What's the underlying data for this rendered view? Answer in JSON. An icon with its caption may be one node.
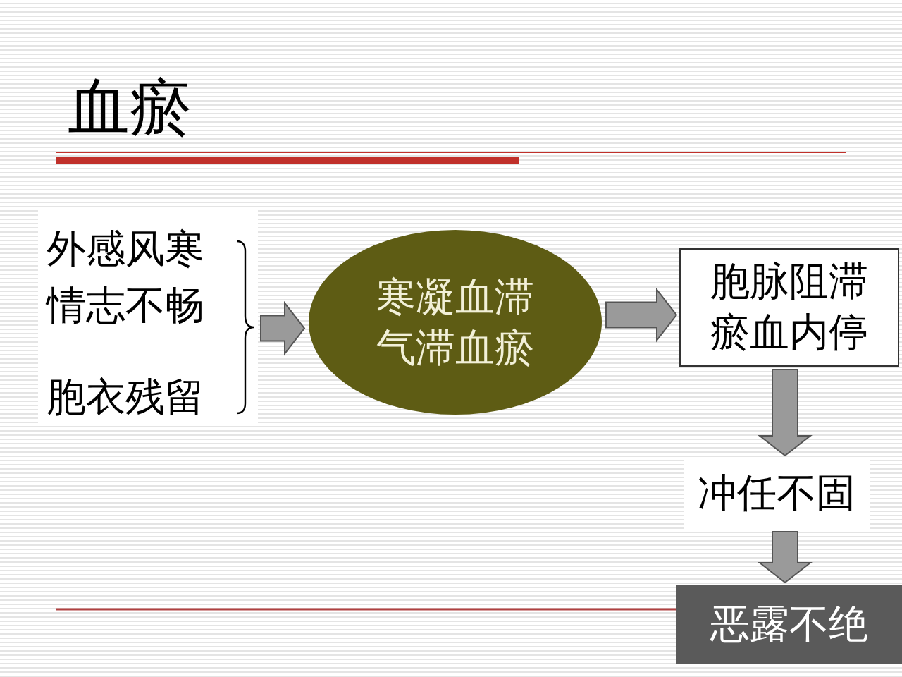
{
  "diagram": {
    "title": "血瘀",
    "nodes": [
      {
        "text": [
          "外感风寒",
          "情志不畅",
          "胞衣残留"
        ]
      },
      {
        "text": [
          "寒凝血滞气滞血瘀"
        ]
      },
      {
        "text": [
          "胞脉阻滞瘀血内停"
        ]
      },
      {
        "text": [
          "冲任不固"
        ]
      },
      {
        "text": [
          "恶露不绝"
        ]
      }
    ],
    "edges": [
      {
        "from": 0,
        "to": 1,
        "arrow": "to"
      },
      {
        "from": 1,
        "to": 2,
        "arrow": "to"
      },
      {
        "from": 2,
        "to": 3,
        "arrow": "to"
      },
      {
        "from": 3,
        "to": 4,
        "arrow": "to"
      }
    ]
  }
}
